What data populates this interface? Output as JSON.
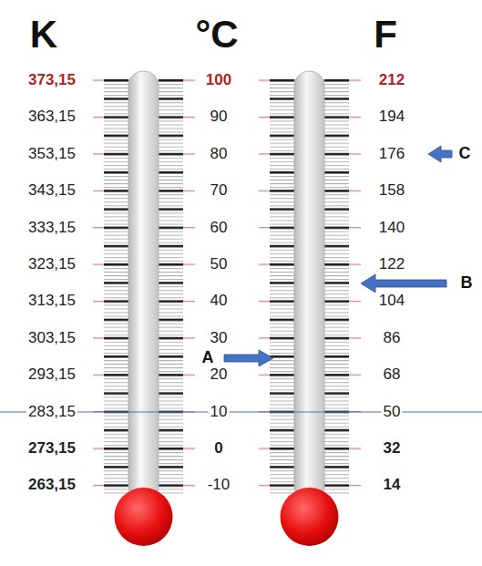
{
  "diagram": {
    "labels": [
      "K",
      "°C",
      "F",
      "373,15",
      "100",
      "212",
      "363,15",
      "90",
      "194",
      "353,15",
      "80",
      "176",
      "343,15",
      "70",
      "158",
      "333,15",
      "60",
      "140",
      "323,15",
      "50",
      "122",
      "313,15",
      "40",
      "104",
      "303,15",
      "30",
      "86",
      "293,15",
      "20",
      "68",
      "283,15",
      "10",
      "50",
      "273,15",
      "0",
      "32",
      "263,15",
      "-10",
      "14",
      "A",
      "B",
      "C"
    ]
  }
}
